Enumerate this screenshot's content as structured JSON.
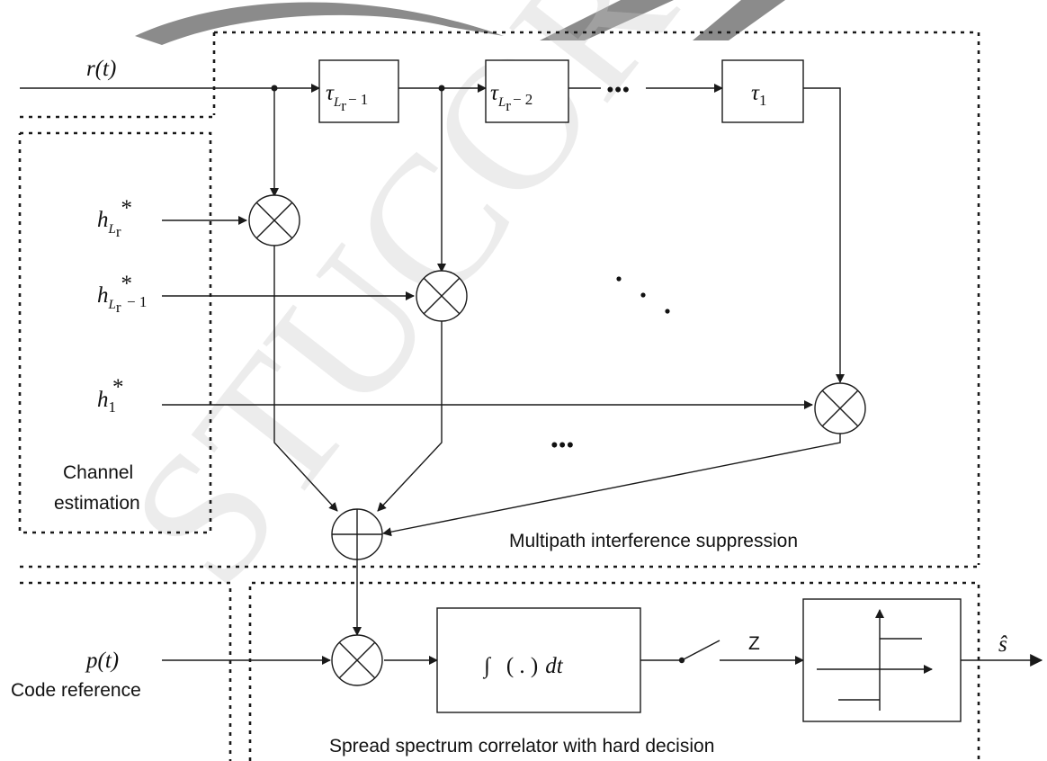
{
  "watermark": "STUCOR",
  "input": {
    "signal": "r(t)"
  },
  "delays": [
    {
      "symbol": "τ",
      "sub": "L",
      "subsub": "r",
      "suffix": "− 1"
    },
    {
      "symbol": "τ",
      "sub": "L",
      "subsub": "r",
      "suffix": "− 2"
    },
    {
      "symbol": "τ",
      "sub": "1",
      "subsub": "",
      "suffix": ""
    }
  ],
  "ellipsis": "•••",
  "channel_coefficients": [
    {
      "base": "h",
      "sub": "L",
      "subsub": "r",
      "suffix": "",
      "sup": "*"
    },
    {
      "base": "h",
      "sub": "L",
      "subsub": "r",
      "suffix": "− 1",
      "sup": "*"
    },
    {
      "base": "h",
      "sub": "1",
      "subsub": "",
      "suffix": "",
      "sup": "*"
    }
  ],
  "channel_estimation": {
    "line1": "Channel",
    "line2": "estimation"
  },
  "multipath_label": "Multipath interference suppression",
  "code_reference": {
    "signal": "p(t)",
    "label": "Code reference"
  },
  "integrator": {
    "symbol": "∫",
    "expr": "( . )",
    "diff": "dt"
  },
  "switch_output": "Z",
  "output": "ŝ",
  "correlator_label": "Spread spectrum correlator with hard decision"
}
